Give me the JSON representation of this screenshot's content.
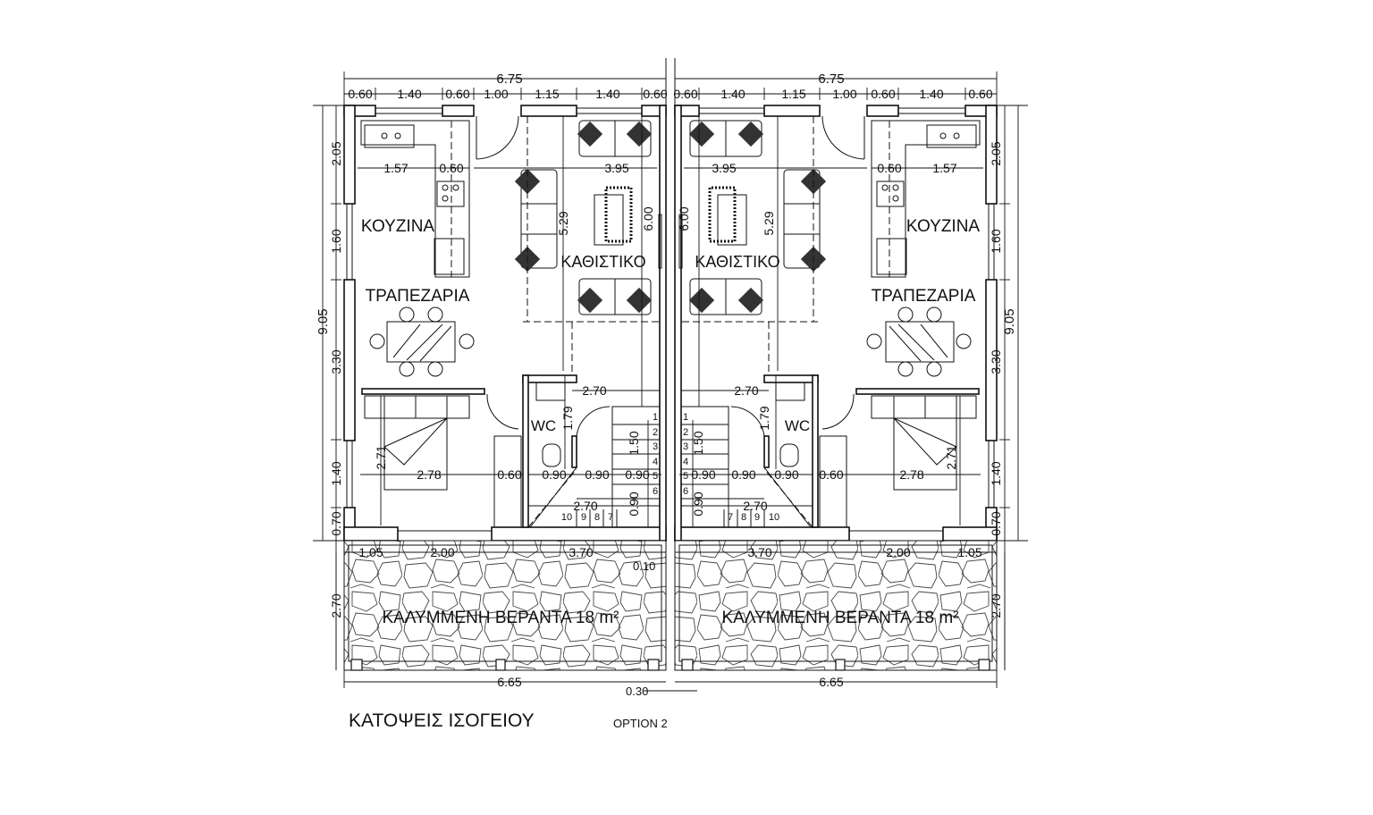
{
  "drawing": {
    "title": "ΚΑΤΟΨΕΙΣ ΙΣΟΓΕΙΟΥ",
    "option": "OPTION 2",
    "veranda_gap": "0.10",
    "center_gap": "0.30"
  },
  "units": [
    {
      "overall_width": "6.75",
      "top_dims": [
        "0.60",
        "1.40",
        "0.60",
        "1.00",
        "1.15",
        "1.40",
        "0.60"
      ],
      "overall_depth": "9.05",
      "side_dims": [
        "2.05",
        "1.60",
        "3.30",
        "1.40",
        "0.70"
      ],
      "veranda_depth": "2.70",
      "veranda_width": "6.65",
      "veranda_dims": [
        "1.05",
        "2.00",
        "3.70"
      ],
      "rooms": {
        "kitchen": "ΚΟΥΖΙΝΑ",
        "living": "ΚΑΘΙΣΤΙΚΟ",
        "dining": "ΤΡΑΠΕΖΑΡΙΑ",
        "wc": "WC",
        "veranda": "ΚΑΛΥΜΜΕΝΗ ΒΕΡΑΝΤΑ 18 m²"
      },
      "inner_dims": {
        "kitchen_width": "1.57",
        "counter_depth": "0.60",
        "living_width": "3.95",
        "living_depth": "5.29",
        "living_depth_total": "6.00",
        "wc_top": "2.70",
        "wc_depth": "1.79",
        "stair_flight": "1.50",
        "bed_length": "2.71",
        "bed_width": "2.78",
        "pass_width": "0.60",
        "wc_width": "0.90",
        "hall_width": "0.90",
        "stair_width": "0.90",
        "landing": "0.90",
        "stair_bottom": "2.70"
      },
      "stair_steps": [
        "1",
        "2",
        "3",
        "4",
        "5",
        "6",
        "7",
        "8",
        "9",
        "10"
      ]
    },
    {
      "overall_width": "6.75",
      "top_dims": [
        "0.60",
        "1.40",
        "0.60",
        "1.00",
        "1.15",
        "1.40",
        "0.60"
      ],
      "overall_depth": "9.05",
      "side_dims": [
        "2.05",
        "1.60",
        "3.30",
        "1.40",
        "0.70"
      ],
      "veranda_depth": "2.70",
      "veranda_width": "6.65",
      "veranda_dims": [
        "1.05",
        "2.00",
        "3.70"
      ],
      "rooms": {
        "kitchen": "ΚΟΥΖΙΝΑ",
        "living": "ΚΑΘΙΣΤΙΚΟ",
        "dining": "ΤΡΑΠΕΖΑΡΙΑ",
        "wc": "WC",
        "veranda": "ΚΑΛΥΜΜΕΝΗ ΒΕΡΑΝΤΑ 18 m²"
      },
      "inner_dims": {
        "kitchen_width": "1.57",
        "counter_depth": "0.60",
        "living_width": "3.95",
        "living_depth": "5.29",
        "living_depth_total": "6.00",
        "wc_top": "2.70",
        "wc_depth": "1.79",
        "stair_flight": "1.50",
        "bed_length": "2.71",
        "bed_width": "2.78",
        "pass_width": "0.60",
        "wc_width": "0.90",
        "hall_width": "0.90",
        "stair_width": "0.90",
        "landing": "0.90",
        "stair_bottom": "2.70"
      },
      "stair_steps": [
        "1",
        "2",
        "3",
        "4",
        "5",
        "6",
        "7",
        "8",
        "9",
        "10"
      ]
    }
  ]
}
